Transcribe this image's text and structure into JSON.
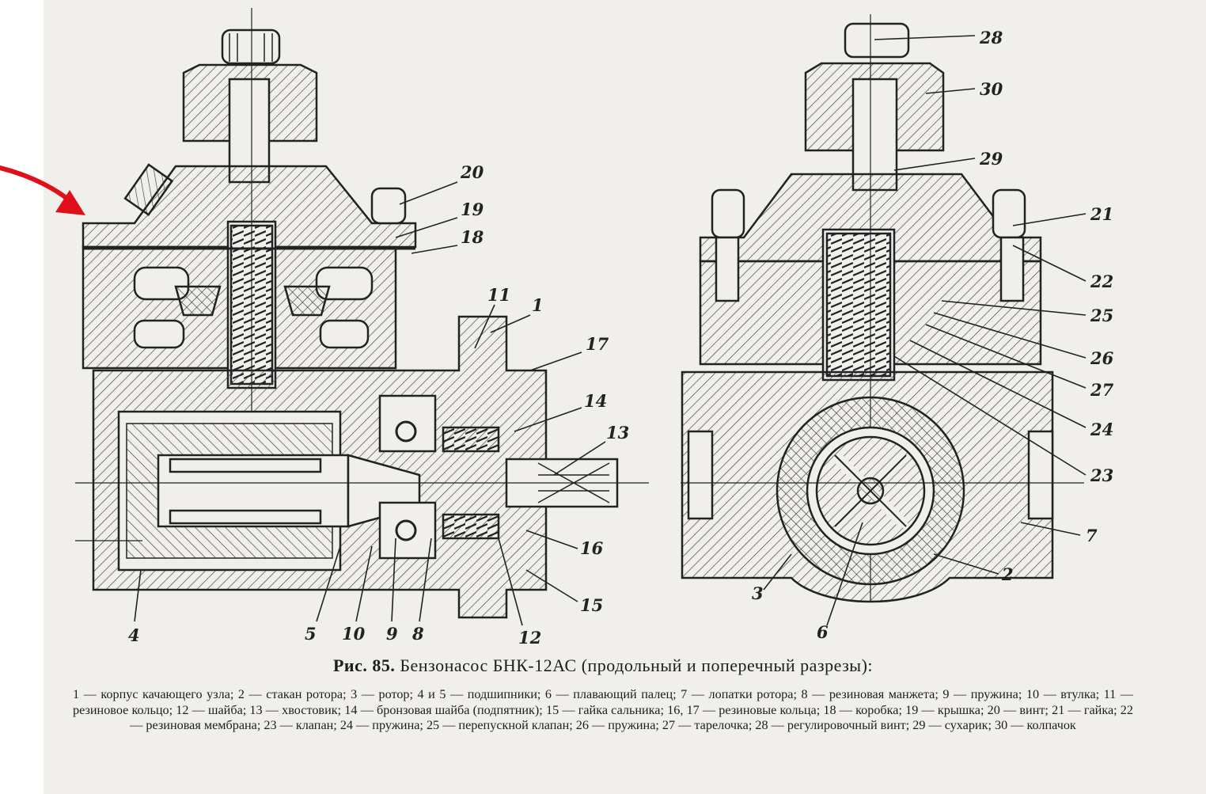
{
  "figure": {
    "caption_number": "Рис. 85.",
    "caption_text": "Бензонасос БНК-12АС (продольный и поперечный разрезы):",
    "legend": "1 — корпус качающего узла; 2 — стакан ротора; 3 — ротор; 4 и 5 — подшипники; 6 — плавающий палец; 7 — лопатки ротора; 8 — резиновая манжета; 9 — пружина; 10 — втулка; 11 — резиновое кольцо; 12 — шайба; 13 — хвостовик; 14 — бронзовая шайба (подпятник); 15 — гайка сальника; 16, 17 — резиновые кольца; 18 — коробка; 19 — крышка; 20 — винт; 21 — гайка; 22 — резиновая мембрана; 23 — клапан; 24 — пружина; 25 — перепускной клапан; 26 — пружина; 27 — тарелочка; 28 — регулировочный винт; 29 — сухарик; 30 — колпачок"
  },
  "labels": {
    "l1": "1",
    "l2": "2",
    "l3": "3",
    "l4": "4",
    "l5": "5",
    "l6": "6",
    "l7": "7",
    "l8": "8",
    "l9": "9",
    "l10": "10",
    "l11": "11",
    "l12": "12",
    "l13": "13",
    "l14": "14",
    "l15": "15",
    "l16": "16",
    "l17": "17",
    "l18": "18",
    "l19": "19",
    "l20": "20",
    "l21": "21",
    "l22": "22",
    "l23": "23",
    "l24": "24",
    "l25": "25",
    "l26": "26",
    "l27": "27",
    "l28": "28",
    "l29": "29",
    "l30": "30"
  },
  "colors": {
    "paper": "#f1efec",
    "ink": "#222222",
    "arrow": "#e0101a"
  }
}
